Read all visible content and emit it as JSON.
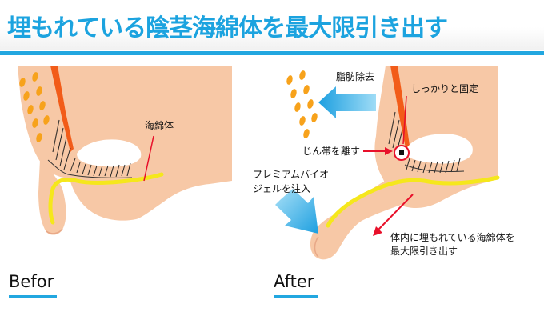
{
  "title": "埋もれている陰茎海綿体を最大限引き出す",
  "before": {
    "caption": "Befor",
    "label_corpus": "海綿体"
  },
  "after": {
    "caption": "After",
    "label_fat_removal": "脂肪除去",
    "label_secure_fix": "しっかりと固定",
    "label_ligament_release": "じん帯を離す",
    "label_premium_bio_1": "プレミアムバイオ",
    "label_premium_bio_2": "ジェルを注入",
    "label_pull_out_1": "体内に埋もれている海綿体を",
    "label_pull_out_2": "最大限引き出す"
  },
  "colors": {
    "accent_blue": "#1ca3df",
    "skin": "#f7c8a6",
    "fat": "#f7a21b",
    "ligament": "#f25c19",
    "corpus_line": "#f5e71c",
    "arrow_red": "#e8102a"
  }
}
